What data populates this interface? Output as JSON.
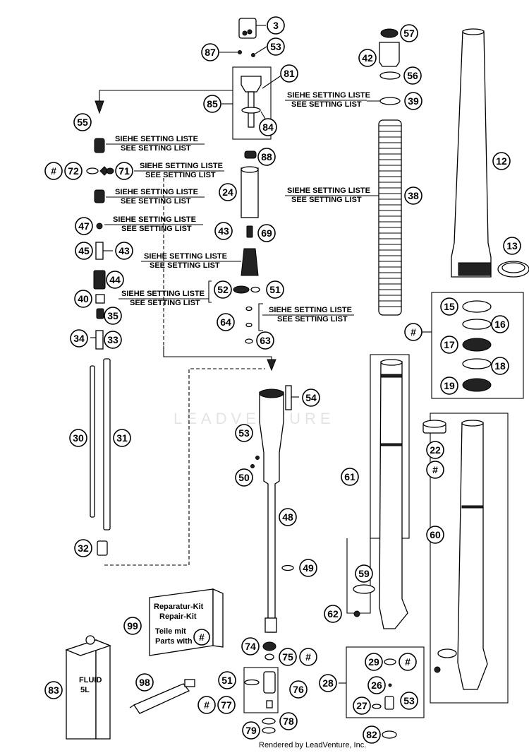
{
  "callouts": {
    "c3": "3",
    "c87": "87",
    "c53a": "53",
    "c81": "81",
    "c85": "85",
    "c84": "84",
    "c55": "55",
    "c72": "72",
    "c71": "71",
    "c72h": "#",
    "c88": "88",
    "c24": "24",
    "c47": "47",
    "c43a": "43",
    "c69": "69",
    "c45": "45",
    "c43b": "43",
    "c44": "44",
    "c40": "40",
    "c35": "35",
    "c34": "34",
    "c33": "33",
    "c52": "52",
    "c51a": "51",
    "c64": "64",
    "c63a": "63",
    "c57": "57",
    "c42": "42",
    "c56": "56",
    "c39": "39",
    "c38": "38",
    "c12": "12",
    "c13": "13",
    "c15": "15",
    "c16": "16",
    "c17": "17",
    "c18": "18",
    "c19": "19",
    "chash": "#",
    "c54": "54",
    "c53b": "53",
    "c50": "50",
    "c30": "30",
    "c31": "31",
    "c22": "22",
    "c22h": "#",
    "c61": "61",
    "c60": "60",
    "c48": "48",
    "c49": "49",
    "c32": "32",
    "c59": "59",
    "c62": "62",
    "c99": "99",
    "c99h": "#",
    "c74": "74",
    "c75": "75",
    "c75h": "#",
    "c29": "29",
    "c29h": "#",
    "c28": "28",
    "c26": "26",
    "c27": "27",
    "c53c": "53",
    "c82": "82",
    "c51b": "51",
    "c76": "76",
    "c77": "77",
    "c77h": "#",
    "c78": "78",
    "c79": "79",
    "c83": "83",
    "c98": "98"
  },
  "setting": {
    "de": "SIEHE SETTING LISTE",
    "en": "SEE SETTING LIST"
  },
  "kit": {
    "line1": "Reparatur-Kit",
    "line2": "Repair-Kit",
    "line3": "Teile mit",
    "line4": "Parts with",
    "symbol": "#"
  },
  "can": {
    "line1": "FLUID",
    "line2": "5L"
  },
  "watermark": "LEADVENTURE",
  "footer": "Rendered by LeadVenture, Inc."
}
